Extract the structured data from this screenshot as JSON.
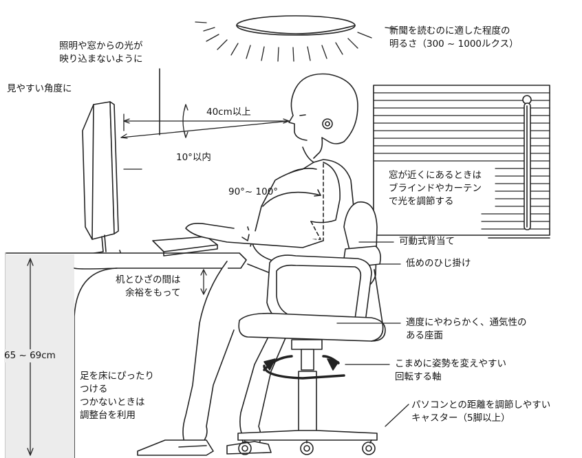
{
  "labels": {
    "lighting": "新聞を読むのに適した程度の\n明るさ（300 ~ 1000ルクス）",
    "glare": "照明や窓からの光が\n映り込まないように",
    "angle": "見やすい角度に",
    "distance": "40cm以上",
    "tilt": "10°以内",
    "elbow": "90°~ 100°",
    "window": "窓が近くにあるときは\nブラインドやカーテン\nで光を調節する",
    "backrest": "可動式背当て",
    "armrest": "低めのひじ掛け",
    "knee_space": "机とひざの間は\n余裕をもって",
    "seat": "適度にやわらかく、通気性の\nある座面",
    "swivel": "こまめに姿勢を変えやすい\n回転する軸",
    "desk_height": "65 ~ 69cm",
    "feet": "足を床にぴったり\nつける\nつかないときは\n調整台を利用",
    "casters": "パソコンとの距離を調節しやすい\nキャスター（5脚以上）"
  }
}
